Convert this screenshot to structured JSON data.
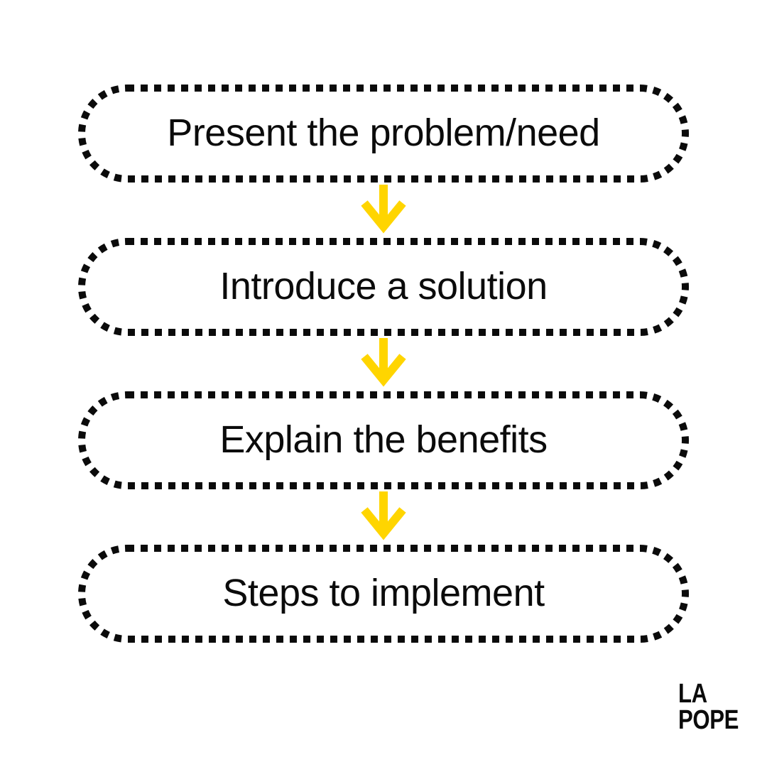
{
  "flow": {
    "steps": [
      "Present the problem/need",
      "Introduce a solution",
      "Explain the benefits",
      "Steps to implement"
    ]
  },
  "icons": {
    "connector": "down-arrow-icon"
  },
  "colors": {
    "background": "#FFFFFF",
    "border": "#0B0B0B",
    "text": "#0B0B0B",
    "arrow": "#FFD500"
  },
  "logo": {
    "line1": "LA",
    "line2": "POPE"
  }
}
